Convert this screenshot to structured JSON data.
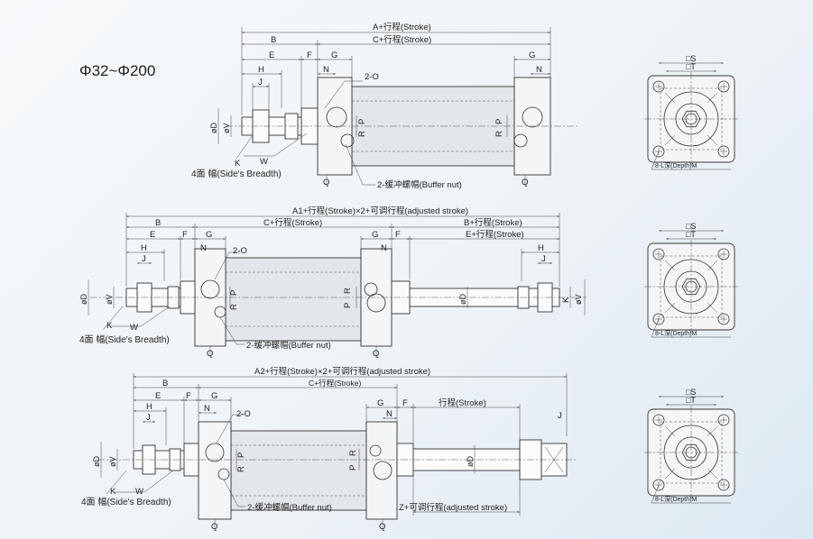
{
  "title": "Φ32~Φ200",
  "fig1": {
    "dims": {
      "A": "A+行程(Stroke)",
      "B": "B",
      "C": "C+行程(Stroke)",
      "E": "E",
      "F": "F",
      "G1": "G",
      "G2": "G",
      "H": "H",
      "J": "J",
      "N1": "N",
      "N2": "N",
      "O": "2-O",
      "P1": "P",
      "R1": "R",
      "P2": "P",
      "R2": "R",
      "D": "øD",
      "V": "øV",
      "K": "K",
      "W": "W",
      "Q1": "Q",
      "Q2": "Q"
    },
    "side_breadth": "4面 幅(Side's Breadth)",
    "buffer_nut": "2-缓冲螺帽(Buffer nut)"
  },
  "fig2": {
    "dims": {
      "A1": "A1+行程(Stroke)×2+可调行程(adjusted stroke)",
      "B": "B",
      "C": "C+行程(Stroke)",
      "B2": "B+行程(Stroke)",
      "E": "E",
      "E2": "E+行程(Stroke)",
      "F1": "F",
      "F2": "F",
      "G1": "G",
      "G2": "G",
      "H1": "H",
      "H2": "H",
      "J1": "J",
      "J2": "J",
      "N1": "N",
      "N2": "N",
      "O": "2-O",
      "P1": "P",
      "R1": "R",
      "P2": "P",
      "R2": "R",
      "D1": "øD",
      "V1": "øV",
      "D2": "øD",
      "V2": "øV",
      "K1": "K",
      "K2": "K",
      "W": "W",
      "Q1": "Q",
      "Q2": "Q"
    },
    "side_breadth": "4面 幅(Side's Breadth)",
    "buffer_nut": "2-缓冲螺帽(Buffer nut)"
  },
  "fig3": {
    "dims": {
      "A2": "A2+行程(Stroke)×2+可调行程(adjusted stroke)",
      "B": "B",
      "C": "C+行程(Stroke)",
      "E": "E",
      "F1": "F",
      "F2": "F",
      "G1": "G",
      "G2": "G",
      "H": "H",
      "J1": "J",
      "J2": "J",
      "N1": "N",
      "N2": "N",
      "O": "2-O",
      "P1": "P",
      "R1": "R",
      "P2": "P",
      "R2": "R",
      "D1": "øD",
      "V": "øV",
      "D2": "øD",
      "K": "K",
      "W": "W",
      "Q1": "Q",
      "Q2": "Q",
      "stroke": "行程(Stroke)",
      "Z": "Z+可调行程(adjusted stroke)"
    },
    "side_breadth": "4面 幅(Side's Breadth)",
    "buffer_nut": "2-缓冲螺帽(Buffer nut)"
  },
  "end_views": {
    "S": "□S",
    "T": "□T",
    "L": "8-L深(Depth)M"
  }
}
